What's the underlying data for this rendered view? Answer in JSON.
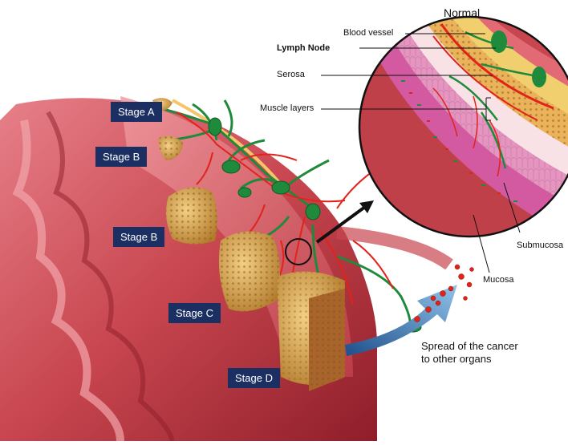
{
  "inset": {
    "title": "Normal",
    "labels": {
      "blood_vessel": "Blood vessel",
      "lymph_node": "Lymph Node",
      "serosa": "Serosa",
      "muscle_layers": "Muscle layers",
      "submucosa": "Submucosa",
      "mucosa": "Mucosa"
    }
  },
  "stages": {
    "a": "Stage A",
    "b1": "Stage B",
    "b2": "Stage B",
    "c": "Stage C",
    "d": "Stage D"
  },
  "spread": {
    "line1": "Spread of the cancer",
    "line2": "to other organs"
  },
  "colors": {
    "label_bg": "#1b2f63",
    "colon_red": "#c8464f",
    "vessel_red": "#e2231a",
    "lymph_green": "#1f8a3c",
    "tumor_tan": "#d9a552",
    "serosa_yellow": "#f1cf6e",
    "mucosa_pink": "#d35aa0"
  }
}
